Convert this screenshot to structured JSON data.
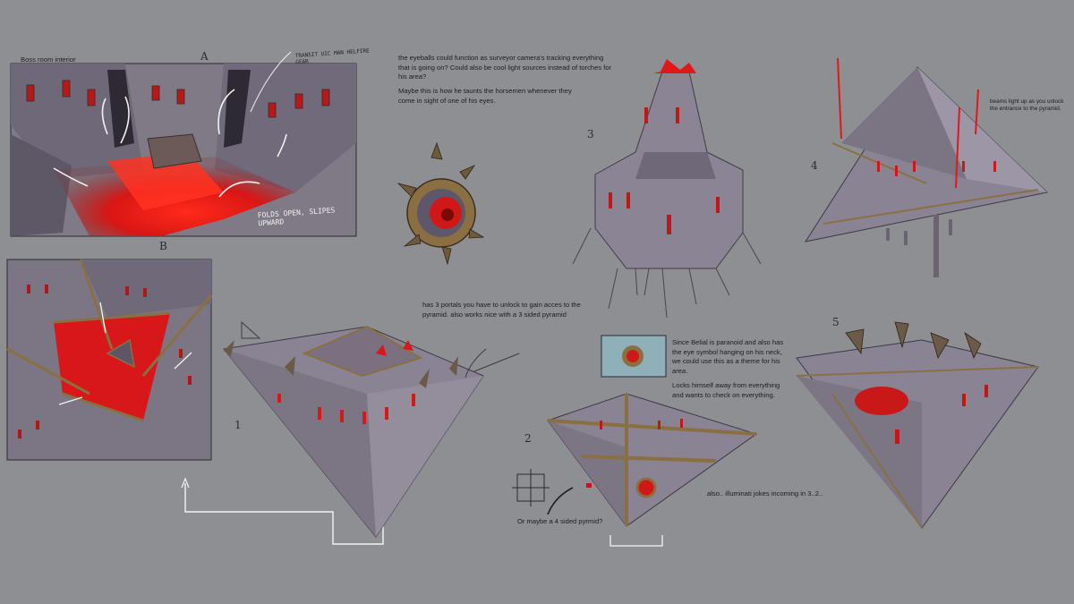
{
  "labels": {
    "boss_room": "Boss room interior",
    "eyeballs": "the eyeballs could function as surveyor camera's tracking everything that is going on? Could also be cool light sources instead of torches for his area?",
    "taunts": "Maybe this is how he taunts the horsemen whenever they come in sight of one of his eyes.",
    "portals": "has 3 portals you have to unlock to gain acces to the pyramid. also works nice with a 3 sided pyramid",
    "beams": "beams light up as you unlock the entrance to the pyramid.",
    "belial": "Since Belial is paranoid and also has the eye symbol hanging on his neck, we could use this as a theme for his area.",
    "locks": "Locks himself away from everything and wants to check on everything.",
    "four_sided": "Or maybe a 4 sided pyrmid?",
    "illuminati": "also.. illuminati jokes incoming in 3..2..",
    "folds": "FOLDS OPEN, SLIPES UPWARD",
    "top_scribble": "TRANSIT UIC MAN HELFIRE GEAR"
  },
  "markers": {
    "a": "A",
    "b": "B",
    "one": "1",
    "two": "2",
    "three": "3",
    "four": "4",
    "five": "5"
  },
  "colors": {
    "background": "#8e8f93",
    "stone": "#8d8596",
    "stone_dark": "#5e566a",
    "gold_trim": "#8a6f43",
    "glow_red": "#e01818",
    "ink": "#1c1c22"
  }
}
